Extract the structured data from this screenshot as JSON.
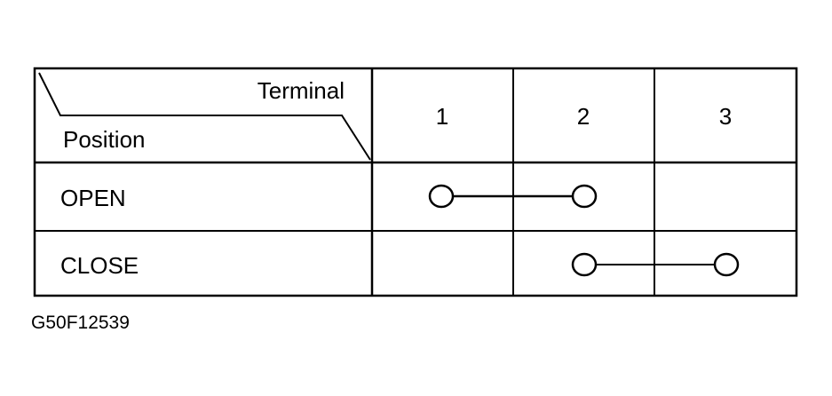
{
  "table": {
    "header_corner": {
      "top_label": "Terminal",
      "bottom_label": "Position"
    },
    "columns": [
      "1",
      "2",
      "3"
    ],
    "rows": [
      {
        "label": "OPEN",
        "connection": [
          "1",
          "2"
        ]
      },
      {
        "label": "CLOSE",
        "connection": [
          "2",
          "3"
        ]
      }
    ]
  },
  "figure_code": "G50F12539"
}
